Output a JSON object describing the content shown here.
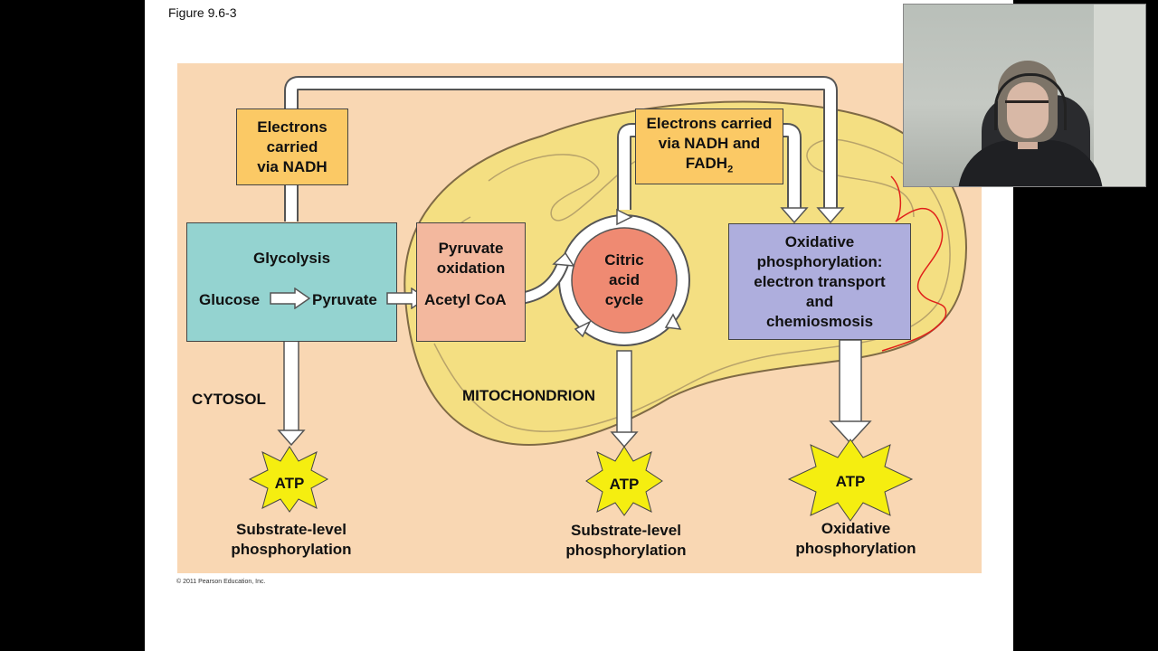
{
  "slide": {
    "figure_label": "Figure 9.6-3",
    "copyright": "© 2011 Pearson Education, Inc."
  },
  "colors": {
    "background": "#f9d7b3",
    "mitochondrion_outer": "#f4df82",
    "glycolysis": "#94d3d0",
    "pyruvate_oxidation": "#f3b89e",
    "citric_acid_cycle": "#ef8a72",
    "oxidative_phosphorylation": "#aeaedd",
    "electrons_box": "#fbc965",
    "atp_star": "#f5ee10",
    "annotation_red": "#e0201a"
  },
  "diagram": {
    "electrons_nadh": [
      "Electrons",
      "carried",
      "via NADH"
    ],
    "electrons_nadh_fadh2": {
      "line1": "Electrons carried",
      "line2": "via NADH and",
      "line3": "FADH",
      "sub": "2"
    },
    "glycolysis": {
      "title": "Glycolysis",
      "input": "Glucose",
      "output": "Pyruvate"
    },
    "pyruvate_oxidation": {
      "line1": "Pyruvate",
      "line2": "oxidation",
      "product": "Acetyl CoA"
    },
    "citric_acid_cycle": [
      "Citric",
      "acid",
      "cycle"
    ],
    "oxidative_phosphorylation": [
      "Oxidative",
      "phosphorylation:",
      "electron transport",
      "and",
      "chemiosmosis"
    ],
    "cytosol_label": "CYTOSOL",
    "mitochondrion_label": "MITOCHONDRION",
    "atp_label": "ATP",
    "outputs": [
      {
        "line1": "Substrate-level",
        "line2": "phosphorylation"
      },
      {
        "line1": "Substrate-level",
        "line2": "phosphorylation"
      },
      {
        "line1": "Oxidative",
        "line2": "phosphorylation"
      }
    ]
  },
  "webcam": {
    "icon": "presenter-video-feed"
  }
}
